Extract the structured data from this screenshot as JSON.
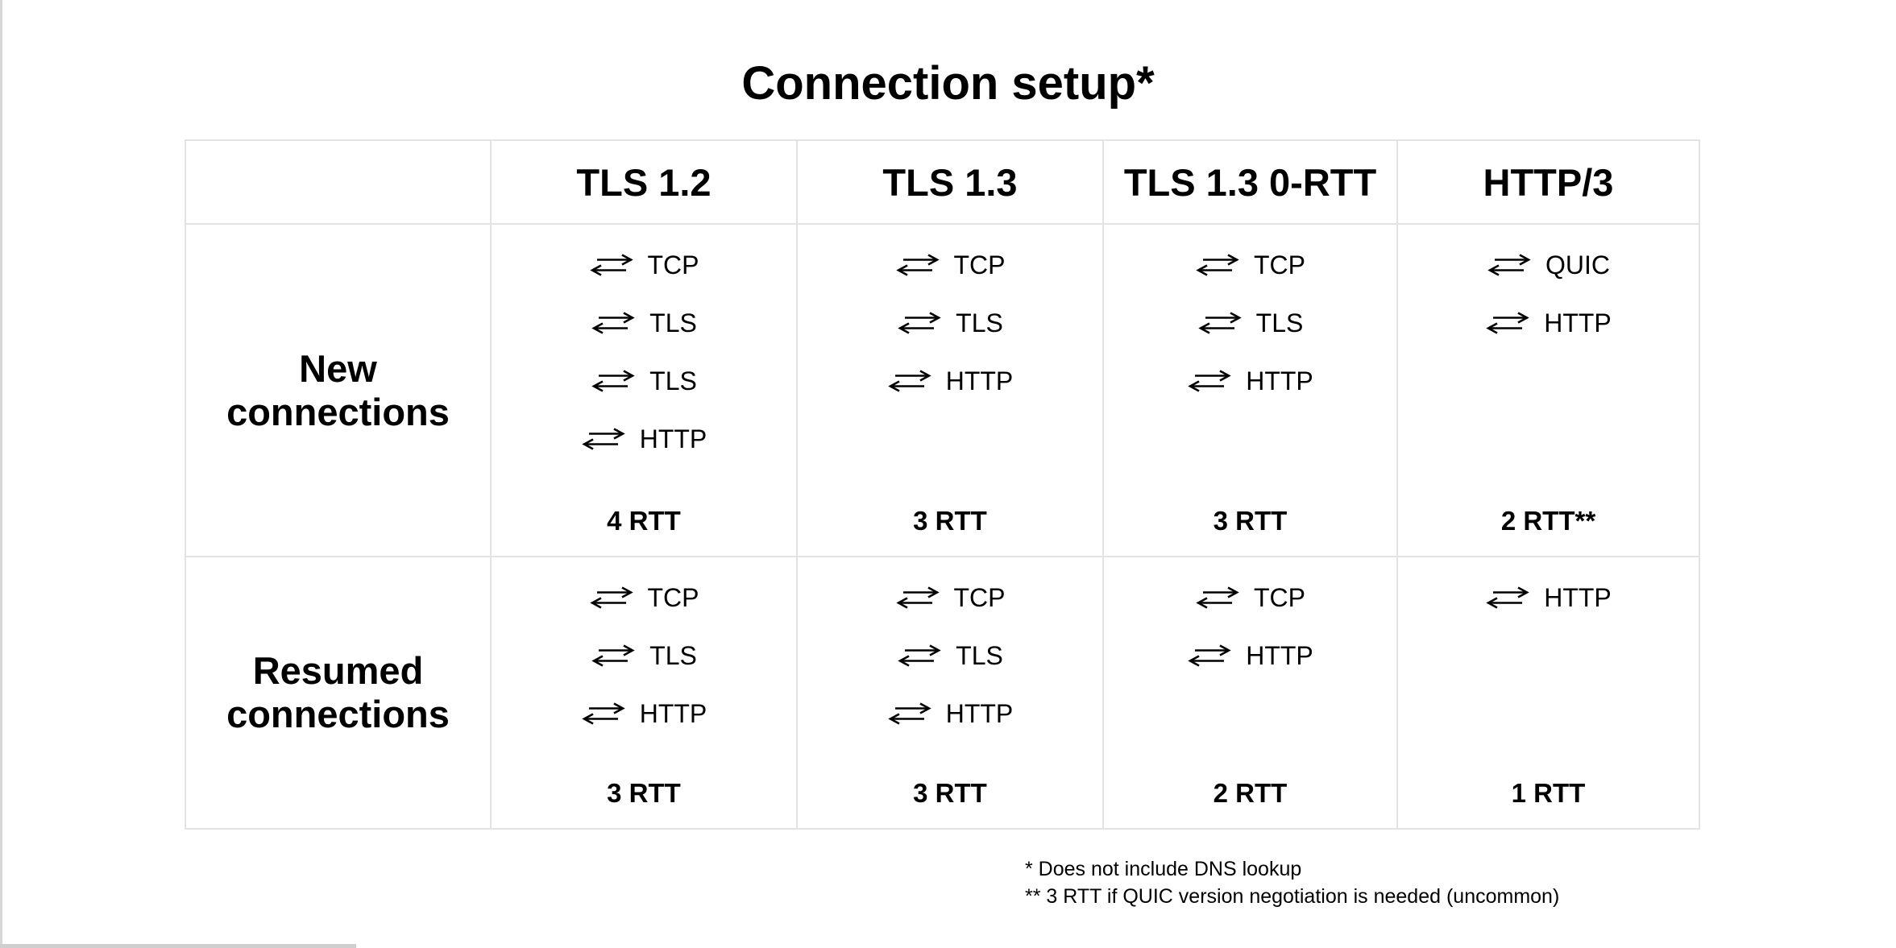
{
  "page": {
    "title": "Connection setup*"
  },
  "table": {
    "corner_label": "",
    "columns": [
      "TLS 1.2",
      "TLS 1.3",
      "TLS 1.3 0-RTT",
      "HTTP/3"
    ],
    "rows": [
      {
        "label": "New connections",
        "cells": [
          {
            "steps": [
              "TCP",
              "TLS",
              "TLS",
              "HTTP"
            ],
            "rtt": "4 RTT"
          },
          {
            "steps": [
              "TCP",
              "TLS",
              "HTTP"
            ],
            "rtt": "3 RTT"
          },
          {
            "steps": [
              "TCP",
              "TLS",
              "HTTP"
            ],
            "rtt": "3 RTT"
          },
          {
            "steps": [
              "QUIC",
              "HTTP"
            ],
            "rtt": "2 RTT**"
          }
        ]
      },
      {
        "label": "Resumed connections",
        "cells": [
          {
            "steps": [
              "TCP",
              "TLS",
              "HTTP"
            ],
            "rtt": "3 RTT"
          },
          {
            "steps": [
              "TCP",
              "TLS",
              "HTTP"
            ],
            "rtt": "3 RTT"
          },
          {
            "steps": [
              "TCP",
              "HTTP"
            ],
            "rtt": "2 RTT"
          },
          {
            "steps": [
              "HTTP"
            ],
            "rtt": "1 RTT"
          }
        ]
      }
    ]
  },
  "footnotes": [
    "* Does not include DNS lookup",
    "** 3 RTT if QUIC version negotiation is needed (uncommon)"
  ],
  "icons": {
    "exchange": "round-trip-arrows-icon"
  },
  "colors": {
    "text": "#000000",
    "table_border": "#e3e3e3",
    "background": "#ffffff",
    "screen_edge": "#d6d6d6"
  }
}
